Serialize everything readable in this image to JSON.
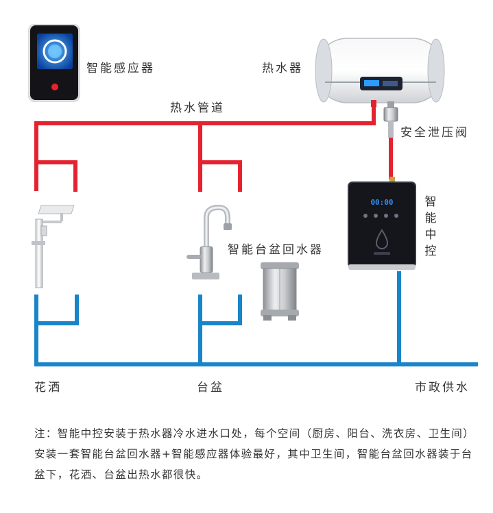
{
  "labels": {
    "sensor": "智能感应器",
    "heater": "热水器",
    "hot_pipe": "热水管道",
    "safety_valve": "安全泄压阀",
    "controller_chars": [
      "智",
      "能",
      "中",
      "控"
    ],
    "basin_unit": "智能台盆回水器",
    "shower": "花洒",
    "basin": "台盆",
    "city_water": "市政供水"
  },
  "controller_display": "00:00",
  "note": "注：智能中控安装于热水器冷水进水口处，每个空间（厨房、阳台、洗衣房、卫生间）安装一套智能台盆回水器+智能感应器体验最好，其中卫生间，智能台盆回水器装于台盆下，花洒、台盆出热水都很快。",
  "colors": {
    "hot": "#e52330",
    "cold": "#1a84c9",
    "device_dark": "#15151c",
    "screen_blue": "#2e8ef0"
  }
}
